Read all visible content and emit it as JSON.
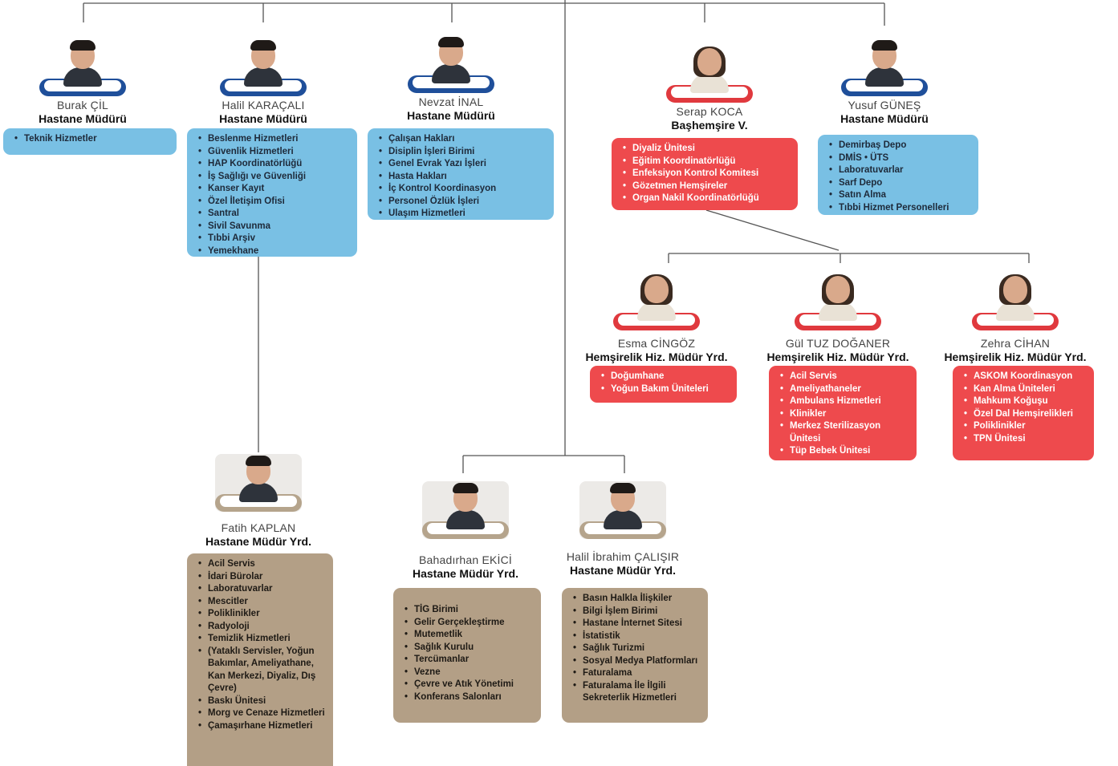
{
  "people": {
    "burak": {
      "name": "Burak ÇİL",
      "title": "Hastane Müdürü",
      "items": [
        "Teknik Hizmetler"
      ]
    },
    "halil_k": {
      "name": "Halil KARAÇALI",
      "title": "Hastane Müdürü",
      "items": [
        "Beslenme Hizmetleri",
        "Güvenlik Hizmetleri",
        "HAP Koordinatörlüğü",
        "İş Sağlığı ve Güvenliği",
        "Kanser Kayıt",
        "Özel İletişim Ofisi",
        "Santral",
        "Sivil Savunma",
        "Tıbbi Arşiv",
        "Yemekhane"
      ]
    },
    "nevzat": {
      "name": "Nevzat İNAL",
      "title": "Hastane Müdürü",
      "items": [
        "Çalışan Hakları",
        "Disiplin İşleri Birimi",
        "Genel Evrak Yazı İşleri",
        "Hasta Hakları",
        "İç Kontrol Koordinasyon",
        "Personel Özlük İşleri",
        "Ulaşım Hizmetleri"
      ]
    },
    "serap": {
      "name": "Serap KOCA",
      "title": "Başhemşire V.",
      "items": [
        "Diyaliz Ünitesi",
        "Eğitim Koordinatörlüğü",
        "Enfeksiyon Kontrol Komitesi",
        "Gözetmen Hemşireler",
        "Organ Nakil Koordinatörlüğü"
      ]
    },
    "yusuf": {
      "name": "Yusuf GÜNEŞ",
      "title": "Hastane Müdürü",
      "items": [
        "Demirbaş Depo",
        "DMİS • ÜTS",
        "Laboratuvarlar",
        "Sarf Depo",
        "Satın Alma",
        "Tıbbi Hizmet Personelleri"
      ]
    },
    "esma": {
      "name": "Esma CİNGÖZ",
      "title": "Hemşirelik Hiz. Müdür Yrd.",
      "items": [
        "Doğumhane",
        "Yoğun Bakım Üniteleri"
      ]
    },
    "gul": {
      "name": "Gül TUZ DOĞANER",
      "title": "Hemşirelik Hiz. Müdür Yrd.",
      "items": [
        "Acil Servis",
        "Ameliyathaneler",
        "Ambulans Hizmetleri",
        "Klinikler",
        "Merkez Sterilizasyon Ünitesi",
        "Tüp Bebek Ünitesi"
      ]
    },
    "zehra": {
      "name": "Zehra CİHAN",
      "title": "Hemşirelik Hiz. Müdür Yrd.",
      "items": [
        "ASKOM Koordinasyon",
        "Kan Alma Üniteleri",
        "Mahkum Koğuşu",
        "Özel Dal Hemşirelikleri",
        "Poliklinikler",
        "TPN Ünitesi"
      ]
    },
    "fatih": {
      "name": "Fatih KAPLAN",
      "title": "Hastane Müdür Yrd.",
      "items": [
        "Acil Servis",
        "İdari Bürolar",
        "Laboratuvarlar",
        "Mescitler",
        "Poliklinikler",
        "Radyoloji",
        "Temizlik Hizmetleri",
        "(Yataklı Servisler, Yoğun Bakımlar, Ameliyathane, Kan Merkezi, Diyaliz, Dış Çevre)",
        "Baskı Ünitesi",
        "Morg ve Cenaze Hizmetleri",
        "Çamaşırhane Hizmetleri"
      ]
    },
    "bahadirhan": {
      "name": "Bahadırhan EKİCİ",
      "title": "Hastane Müdür Yrd.",
      "items": [
        "TİG Birimi",
        "Gelir Gerçekleştirme",
        "Mutemetlik",
        "Sağlık Kurulu",
        "Tercümanlar",
        "Vezne",
        "Çevre ve Atık Yönetimi",
        "Konferans Salonları"
      ]
    },
    "halil_c": {
      "name": "Halil İbrahim ÇALIŞIR",
      "title": "Hastane Müdür Yrd.",
      "items": [
        "Basın Halkla İlişkiler",
        "Bilgi İşlem Birimi",
        "Hastane İnternet Sitesi",
        "İstatistik",
        "Sağlık Turizmi",
        "Sosyal Medya Platformları",
        "Faturalama",
        "Faturalama İle İlgili Sekreterlik Hizmetleri"
      ]
    }
  },
  "colors": {
    "blue": "#79c0e4",
    "red": "#ee4a4d",
    "tan": "#b39f86",
    "navy": "#1f4f9a"
  }
}
